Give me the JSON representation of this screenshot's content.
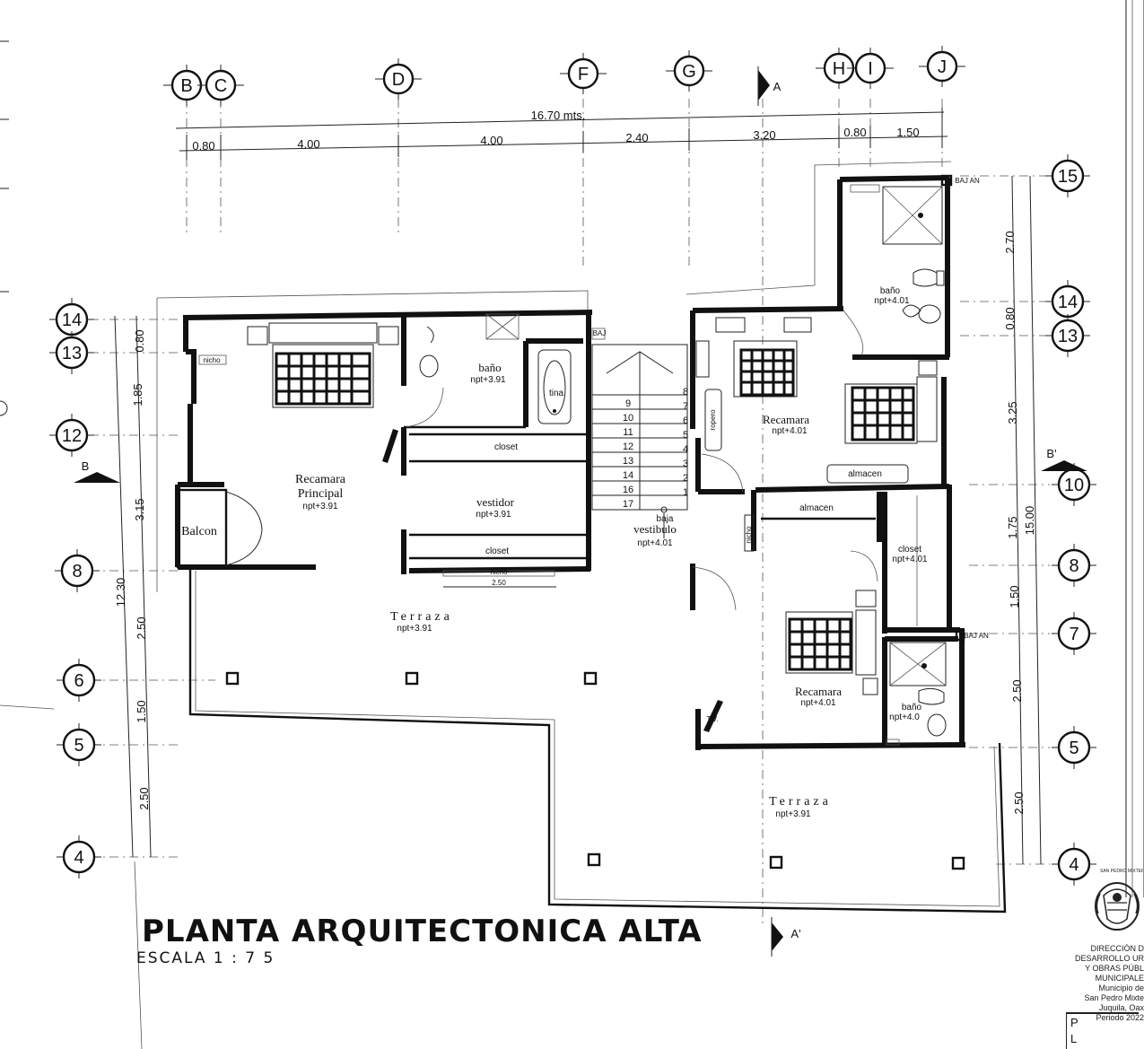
{
  "title": "PLANTA ARQUITECTONICA ALTA",
  "scale": "ESCALA 1 : 7 5",
  "grid_columns": [
    "B",
    "C",
    "D",
    "F",
    "G",
    "H",
    "I",
    "J"
  ],
  "grid_rows_left": [
    "14",
    "13",
    "12",
    "8",
    "6",
    "5",
    "4"
  ],
  "grid_rows_right": [
    "15",
    "14",
    "13",
    "10",
    "8",
    "7",
    "5",
    "4"
  ],
  "section_marks": {
    "a_top": "A",
    "a_bottom": "A'",
    "b_left": "B",
    "b_right": "B'"
  },
  "dimensions": {
    "overall_top": "16.70 mts.",
    "top_segments": [
      "0.80",
      "4.00",
      "4.00",
      "2.40",
      "3.20",
      "0.80",
      "1.50"
    ],
    "left_segments": [
      "0.80",
      "1.85",
      "3.15",
      "2.50",
      "1.50",
      "2.50"
    ],
    "left_total": "12.30",
    "right_segments": [
      "2.70",
      "0.80",
      "3.25",
      "1.75",
      "1.50",
      "2.50",
      "2.50"
    ],
    "right_total": "15.00",
    "nicho_width": "2.50"
  },
  "rooms": {
    "master": {
      "name": "Recamara",
      "name2": "Principal",
      "level": "npt+3.91"
    },
    "bath_master": {
      "name": "baño",
      "level": "npt+3.91",
      "fixture": "tina"
    },
    "closet_top": "closet",
    "closet_bottom": "closet",
    "dressing": {
      "name": "vestidor",
      "level": "npt+3.91"
    },
    "balcony": "Balcon",
    "terrace_left": {
      "name": "Terraza",
      "level": "npt+3.91"
    },
    "lobby": {
      "name": "vestibulo",
      "level": "npt+4.01",
      "stair_note": "baja"
    },
    "bath_ne": {
      "name": "baño",
      "level": "npt+4.01"
    },
    "bedroom_ne": {
      "name": "Recamara",
      "level": "npt+4.01",
      "ropero": "ropero"
    },
    "storage_1": "almacen",
    "storage_2": "almacen",
    "closet_se": {
      "name": "closet",
      "level": "npt+4.01"
    },
    "bedroom_se": {
      "name": "Recamara",
      "level": "npt+4.01"
    },
    "bath_se": {
      "name": "baño",
      "level": "npt+4.0"
    },
    "terrace_right": {
      "name": "Terraza",
      "level": "npt+3.91"
    }
  },
  "minor_labels": {
    "nicho": "nicho",
    "bajan": "BAJ AN",
    "tv": "T.V.",
    "bajan_short": "BAJ"
  },
  "stair_steps_left": [
    "9",
    "10",
    "11",
    "12",
    "13",
    "14",
    "16",
    "17"
  ],
  "stair_steps_right": [
    "8",
    "7",
    "6",
    "5",
    "4",
    "3",
    "2",
    "1"
  ],
  "stamp": {
    "header": "SAN PEDRO MIXTEPEC",
    "lines": [
      "DIRECCIÓN D",
      "DESARROLLO UR",
      "Y OBRAS PÚBL",
      "MUNICIPALE",
      "Municipio de",
      "San Pedro Mixte",
      "Juquila, Oax",
      "Periodo 2022"
    ],
    "box_letters": [
      "P",
      "L"
    ]
  }
}
